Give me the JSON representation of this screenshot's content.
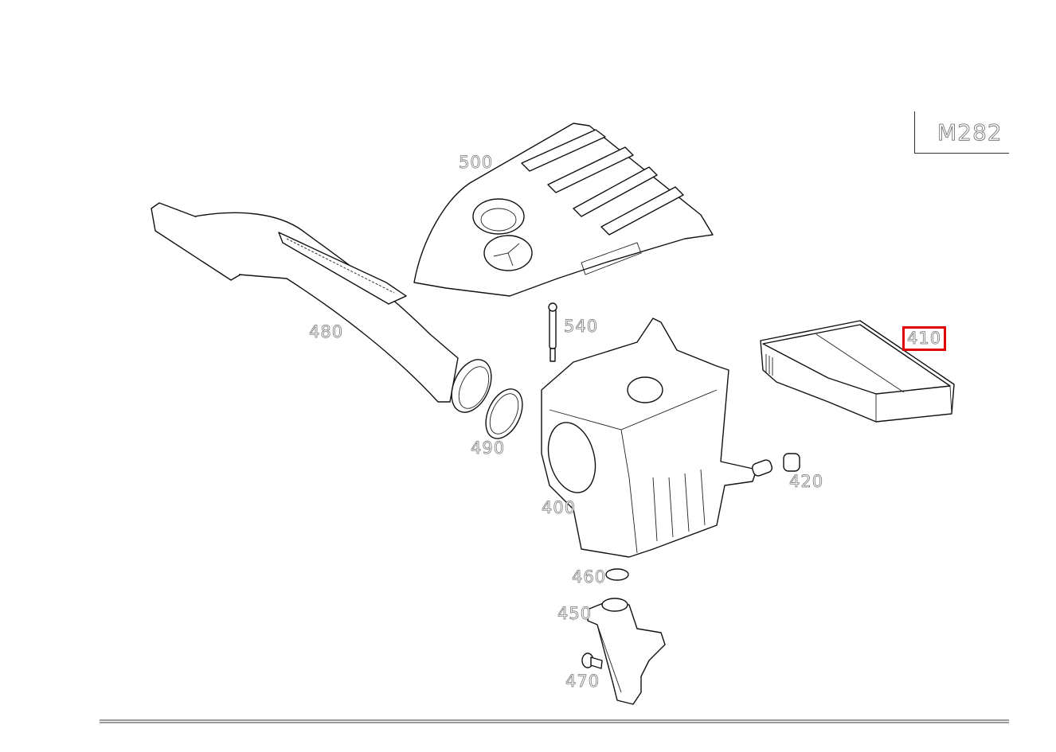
{
  "diagram": {
    "model_code": "M282",
    "highlighted_part": "410",
    "highlight_color": "#e00000",
    "parts": [
      {
        "id": "500",
        "label": "500",
        "description": "engine-cover"
      },
      {
        "id": "480",
        "label": "480",
        "description": "air-intake-duct"
      },
      {
        "id": "490",
        "label": "490",
        "description": "seal-ring"
      },
      {
        "id": "540",
        "label": "540",
        "description": "pin"
      },
      {
        "id": "410",
        "label": "410",
        "description": "air-filter-element"
      },
      {
        "id": "400",
        "label": "400",
        "description": "air-filter-housing"
      },
      {
        "id": "420",
        "label": "420",
        "description": "rubber-mount"
      },
      {
        "id": "460",
        "label": "460",
        "description": "grommet"
      },
      {
        "id": "450",
        "label": "450",
        "description": "bracket"
      },
      {
        "id": "470",
        "label": "470",
        "description": "screw"
      }
    ]
  }
}
